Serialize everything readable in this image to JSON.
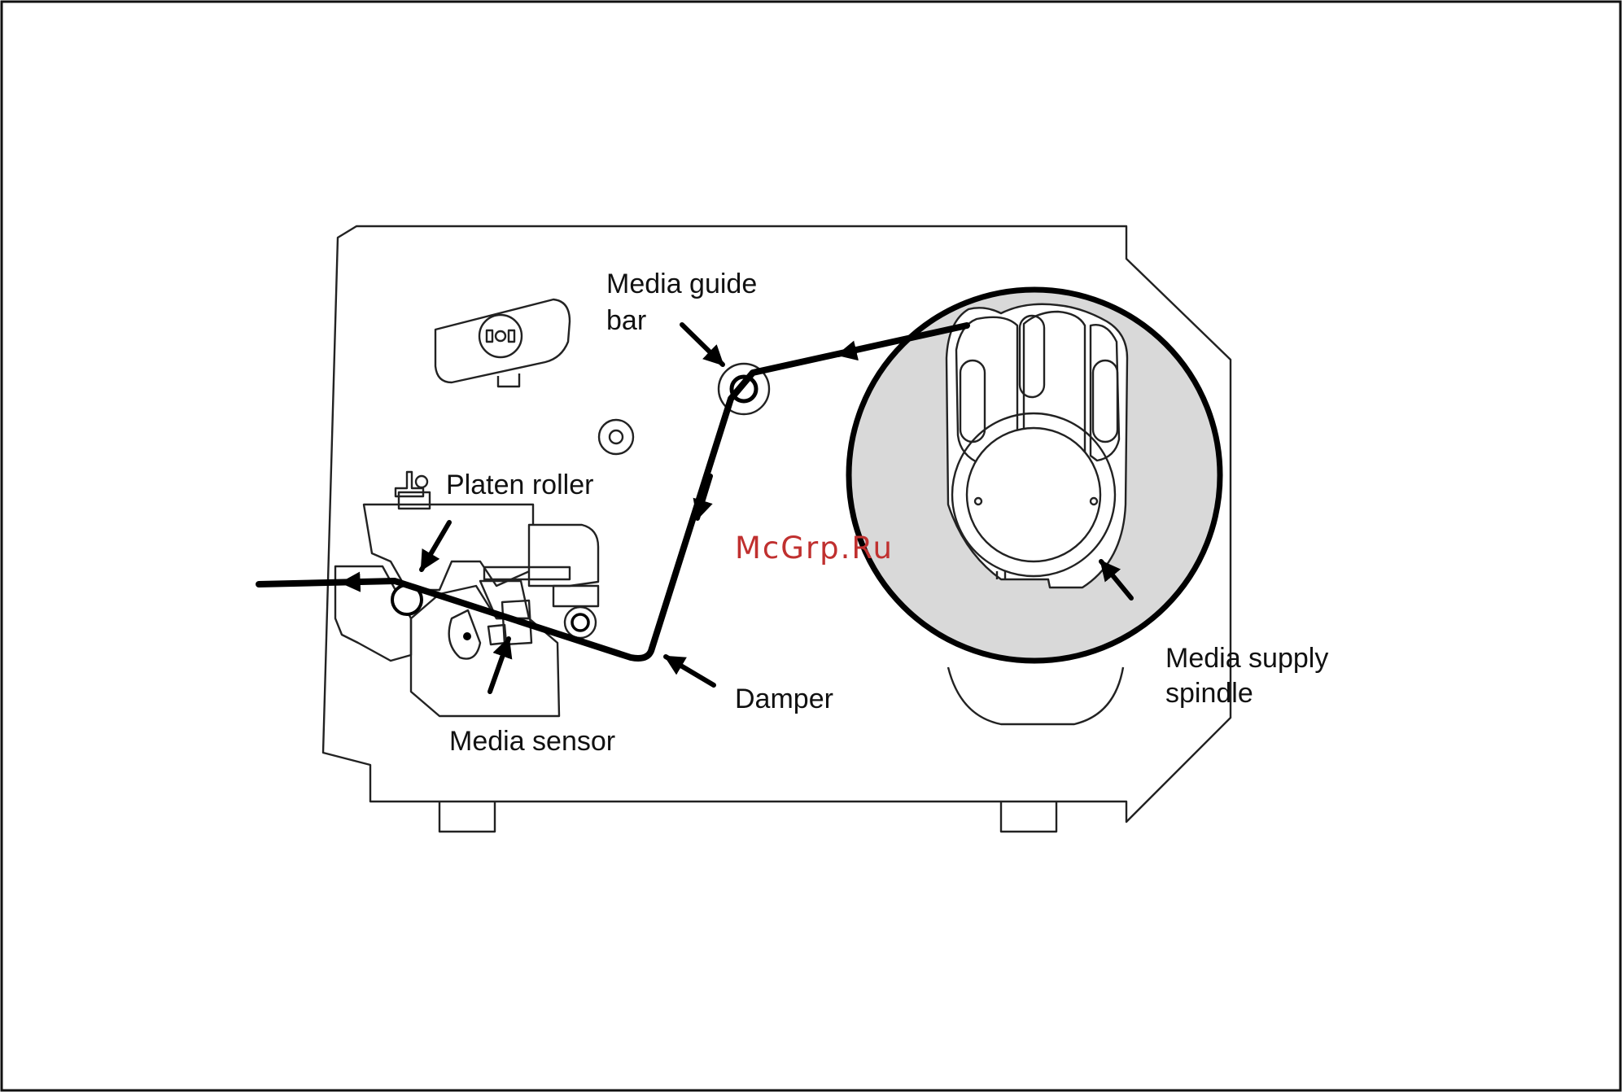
{
  "labels": {
    "media_guide_bar_line1": "Media guide",
    "media_guide_bar_line2": "bar",
    "platen_roller": "Platen roller",
    "damper": "Damper",
    "media_sensor": "Media sensor",
    "media_supply_spindle_line1": "Media supply",
    "media_supply_spindle_line2": "spindle"
  },
  "watermark": "McGrp.Ru",
  "colors": {
    "roll_fill": "#d9d9d9",
    "line": "#000000",
    "watermark": "#c0302f"
  }
}
